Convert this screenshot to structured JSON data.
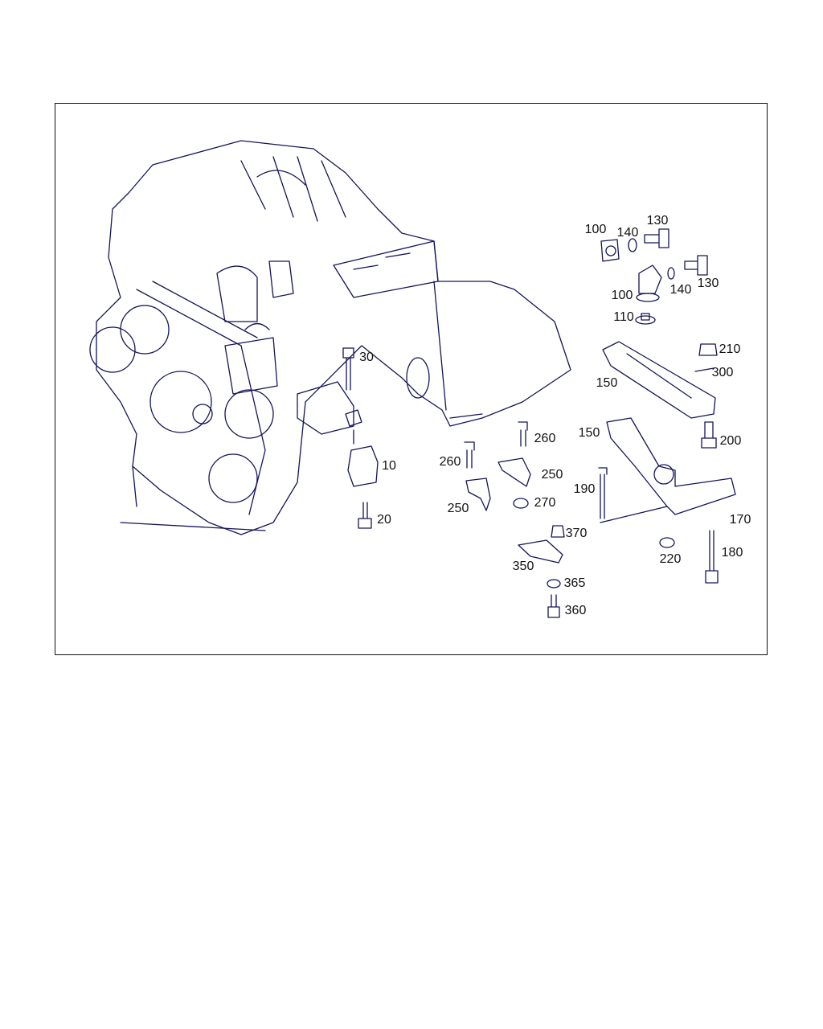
{
  "labels": {
    "l100a": "100",
    "l140a": "140",
    "l130a": "130",
    "l100b": "100",
    "l140b": "140",
    "l130b": "130",
    "l110": "110",
    "l210": "210",
    "l300": "300",
    "l150a": "150",
    "l150b": "150",
    "l200": "200",
    "l30": "30",
    "l260a": "260",
    "l260b": "260",
    "l10": "10",
    "l250a": "250",
    "l190": "190",
    "l250b": "250",
    "l270": "270",
    "l170": "170",
    "l20": "20",
    "l370": "370",
    "l220": "220",
    "l180": "180",
    "l350": "350",
    "l365": "365",
    "l360": "360"
  },
  "colors": {
    "line": "#14145a",
    "frame": "#111111"
  }
}
